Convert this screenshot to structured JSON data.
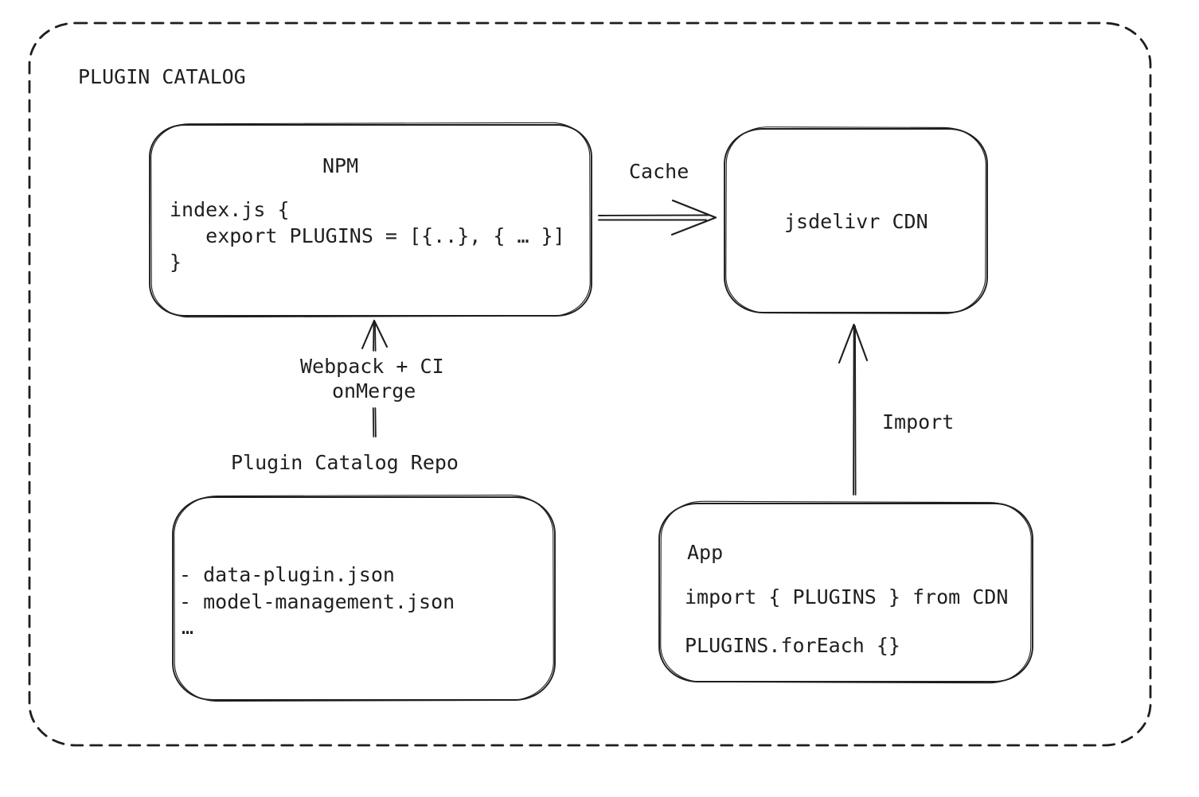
{
  "colors": {
    "ink": "#1e1e1e",
    "background": "#ffffff"
  },
  "frame": {
    "title": "PLUGIN CATALOG"
  },
  "nodes": {
    "npm": {
      "title": "NPM",
      "code_line_1": "index.js {",
      "code_line_2": "   export PLUGINS = [{..}, { … }]",
      "code_line_3": "}"
    },
    "cdn": {
      "title": "jsdelivr CDN"
    },
    "repo": {
      "label": "Plugin Catalog Repo",
      "file_1": "- data-plugin.json",
      "file_2": "- model-management.json",
      "file_3": "…"
    },
    "app": {
      "title": "App",
      "code_line_1": "import { PLUGINS } from CDN",
      "code_line_2": "PLUGINS.forEach {}"
    }
  },
  "edges": {
    "npm_to_cdn": {
      "label": "Cache"
    },
    "repo_to_npm": {
      "label_line_1": "Webpack + CI",
      "label_line_2": "onMerge"
    },
    "app_to_cdn": {
      "label": "Import"
    }
  }
}
